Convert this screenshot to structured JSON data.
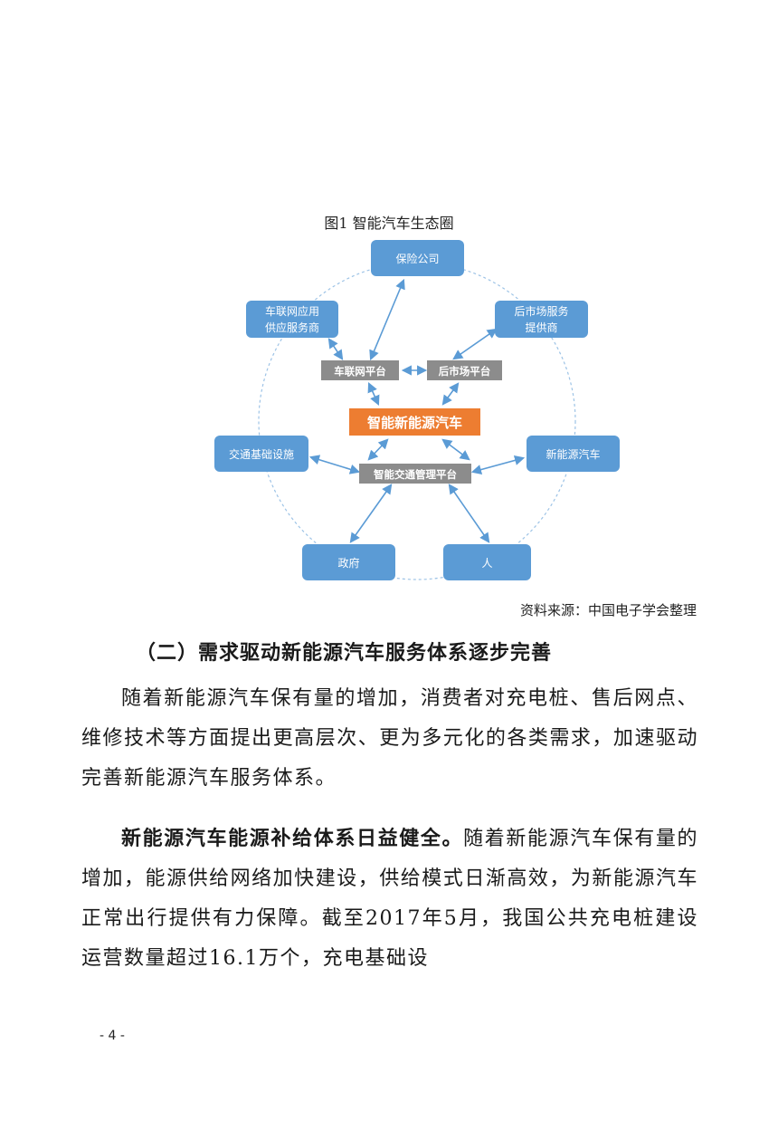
{
  "figure": {
    "caption": "图1 智能汽车生态圈",
    "center": "智能新能源汽车",
    "platforms": {
      "iov": "车联网平台",
      "aftermarket": "后市场平台",
      "traffic": "智能交通管理平台"
    },
    "nodes": {
      "insurance": "保险公司",
      "iov_supplier_line1": "车联网应用",
      "iov_supplier_line2": "供应服务商",
      "aftermarket_provider_line1": "后市场服务",
      "aftermarket_provider_line2": "提供商",
      "infrastructure": "交通基础设施",
      "nev": "新能源汽车",
      "government": "政府",
      "people": "人"
    },
    "colors": {
      "node_fill": "#5B9BD5",
      "center_fill": "#ED7D31",
      "platform_fill": "#8C8C8C",
      "arrow": "#5B9BD5"
    },
    "source": "资料来源：中国电子学会整理"
  },
  "section": {
    "heading": "（二）需求驱动新能源汽车服务体系逐步完善",
    "para1": "随着新能源汽车保有量的增加，消费者对充电桩、售后网点、维修技术等方面提出更高层次、更为多元化的各类需求，加速驱动完善新能源汽车服务体系。",
    "para2_bold": "新能源汽车能源补给体系日益健全。",
    "para2_rest": "随着新能源汽车保有量的增加，能源供给网络加快建设，供给模式日渐高效，为新能源汽车正常出行提供有力保障。截至2017年5月，我国公共充电桩建设运营数量超过16.1万个，充电基础设"
  },
  "page_number": "- 4 -"
}
